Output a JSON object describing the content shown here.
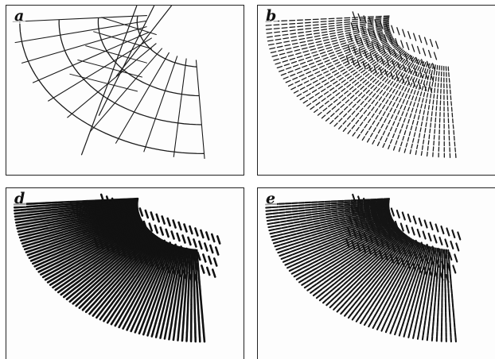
{
  "panels": [
    {
      "id": "a",
      "label": "a",
      "style": "grid"
    },
    {
      "id": "b",
      "label": "b",
      "style": "dashes",
      "density": 0.55,
      "weight": 1.3,
      "color": "#1a1a1a"
    },
    {
      "id": "d",
      "label": "d",
      "style": "dashes",
      "density": 1.0,
      "weight": 2.6,
      "color": "#111111"
    },
    {
      "id": "e",
      "label": "e",
      "style": "dashes",
      "density": 0.85,
      "weight": 2.1,
      "color": "#141414"
    }
  ]
}
